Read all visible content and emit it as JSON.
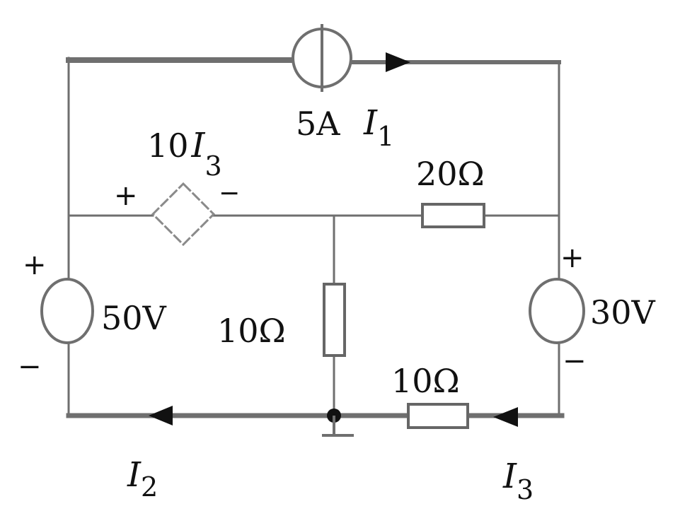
{
  "current_source": {
    "value": "5A"
  },
  "currents": {
    "i1": {
      "letter": "I",
      "sub": "1"
    },
    "i2": {
      "letter": "I",
      "sub": "2"
    },
    "i3": {
      "letter": "I",
      "sub": "3"
    }
  },
  "dependent_source": {
    "coefficient": "10",
    "letter": "I",
    "sub": "3",
    "plus": "+",
    "minus": "−"
  },
  "resistors": {
    "r_top": "20Ω",
    "r_mid": "10Ω",
    "r_bottom": "10Ω"
  },
  "voltage_sources": {
    "left": {
      "value": "50V",
      "plus": "+",
      "minus": "−"
    },
    "right": {
      "value": "30V",
      "plus": "+",
      "minus": "−"
    }
  }
}
